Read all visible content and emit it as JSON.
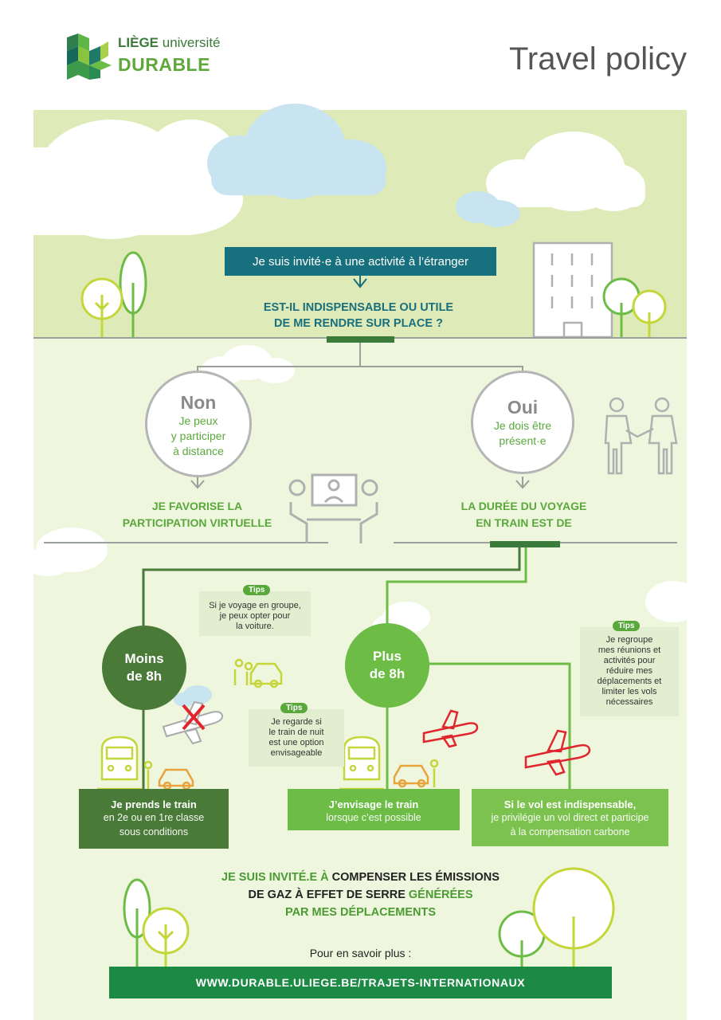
{
  "header": {
    "logo_line1_a": "LIÈGE",
    "logo_line1_b": "université",
    "logo_line2": "DURABLE",
    "title": "Travel policy"
  },
  "question": {
    "invite": "Je suis invité·e à une activité à l’étranger",
    "line1": "EST-IL INDISPENSABLE OU UTILE",
    "line2": "DE ME RENDRE SUR PLACE ?"
  },
  "no_branch": {
    "title": "Non",
    "sub1": "Je peux",
    "sub2": "y participer",
    "sub3": "à distance",
    "result1": "JE FAVORISE LA",
    "result2": "PARTICIPATION VIRTUELLE"
  },
  "yes_branch": {
    "title": "Oui",
    "sub1": "Je dois être",
    "sub2": "présent·e",
    "result1": "LA DURÉE DU VOYAGE",
    "result2": "EN TRAIN EST DE"
  },
  "duration": {
    "less_1": "Moins",
    "less_2": "de 8h",
    "more_1": "Plus",
    "more_2": "de 8h"
  },
  "tips": {
    "badge": "Tips",
    "car_1": "Si je voyage en groupe,",
    "car_2": "je peux opter pour",
    "car_3": "la voiture.",
    "night_1": "Je regarde si",
    "night_2": "le train de nuit",
    "night_3": "est une option",
    "night_4": "envisageable",
    "group_1": "Je regroupe",
    "group_2": "mes réunions et",
    "group_3": "activités pour",
    "group_4": "réduire mes",
    "group_5": "déplacements et",
    "group_6": "limiter les vols",
    "group_7": "nécessaires"
  },
  "options": {
    "train_title": "Je prends le train",
    "train_sub1": "en 2e ou en 1re classe",
    "train_sub2": "sous conditions",
    "consider_title": "J’envisage le train",
    "consider_sub": "lorsque c’est possible",
    "flight_title": "Si le vol est indispensable,",
    "flight_sub1": "je privilégie un vol direct et participe",
    "flight_sub2": "à la compensation carbone"
  },
  "footer": {
    "comp1_a": "JE SUIS INVITÉ.E À",
    "comp1_b": "COMPENSER LES ÉMISSIONS",
    "comp2_a": "DE GAZ À EFFET DE SERRE",
    "comp2_b": "GÉNÉRÉES",
    "comp3": "PAR MES DÉPLACEMENTS",
    "more": "Pour en savoir plus :",
    "url": "WWW.DURABLE.ULIEGE.BE/TRAJETS-INTERNATIONAUX"
  },
  "colors": {
    "teal": "#17707e",
    "dark_green": "#4a7a38",
    "light_green": "#6cbc45",
    "url_green": "#1c8a45",
    "plane_red": "#e0262c",
    "sky": "#deeab8",
    "ground": "#eff6de"
  }
}
